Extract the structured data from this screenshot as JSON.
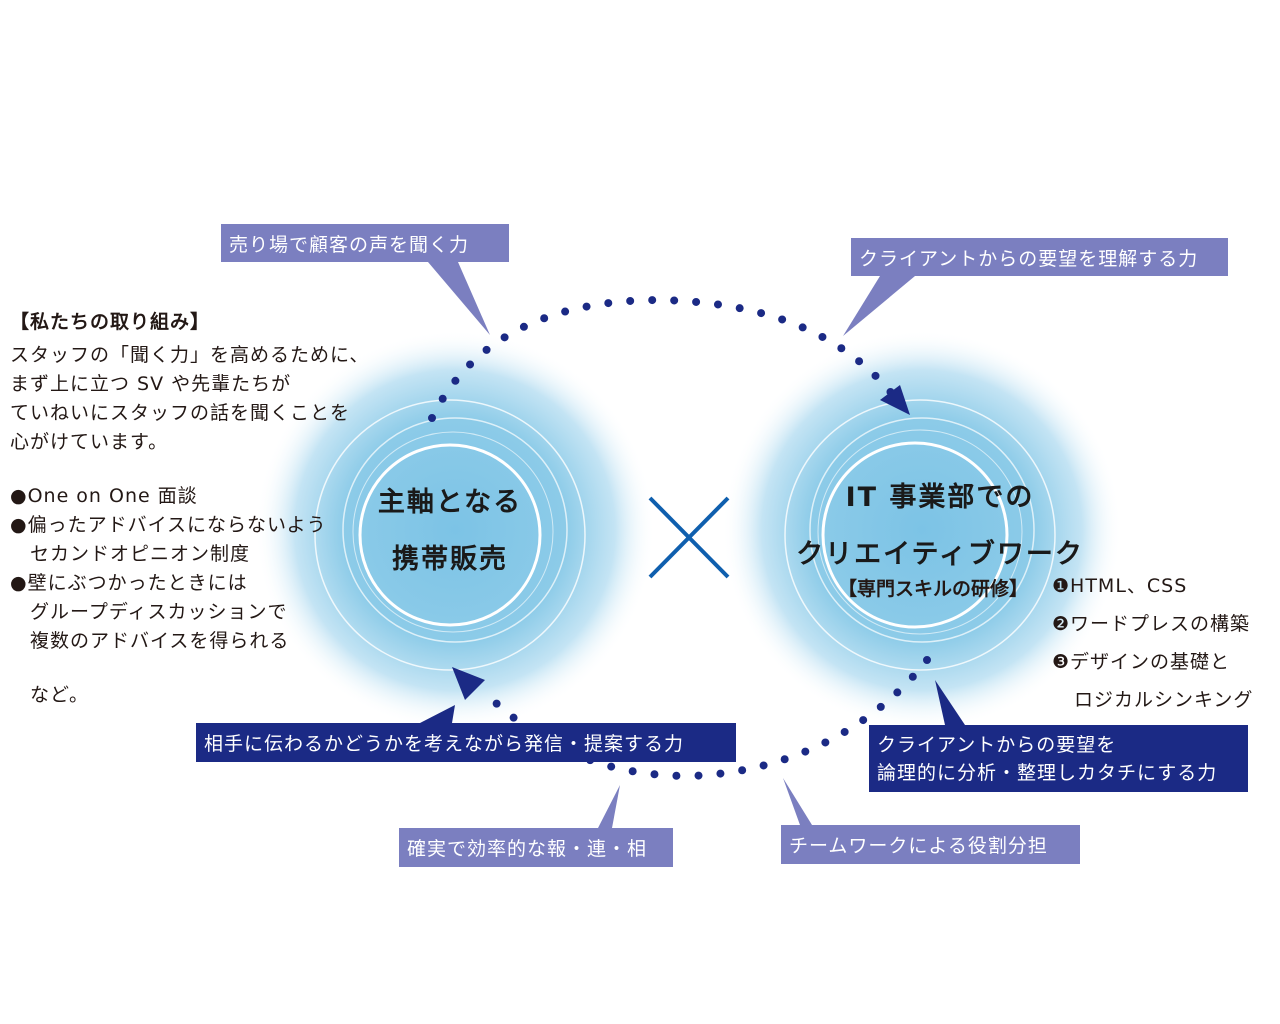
{
  "intro": {
    "heading": "【私たちの取り組み】",
    "paragraph": [
      "スタッフの「聞く力」を高めるために、",
      "まず上に立つ SV や先輩たちが",
      "ていねいにスタッフの話を聞くことを",
      "心がけています。"
    ],
    "bullets": [
      {
        "lines": [
          "●One on One 面談"
        ]
      },
      {
        "lines": [
          "●偏ったアドバイスにならないよう",
          "セカンドオピニオン制度"
        ]
      },
      {
        "lines": [
          "●壁にぶつかったときには",
          "グループディスカッションで",
          "複数のアドバイスを得られる"
        ]
      }
    ],
    "closing": "など。"
  },
  "left_hub": {
    "line1": "主軸となる",
    "line2": "携帯販売"
  },
  "right_hub": {
    "line1": "IT 事業部での",
    "line2": "クリエイティブワーク",
    "training_label": "【専門スキルの研修】"
  },
  "skills": [
    "❶HTML、CSS",
    "❷ワードプレスの構築",
    "❸デザインの基礎と",
    "ロジカルシンキング"
  ],
  "multiply_symbol": "cross-icon",
  "callouts": {
    "listen_customers": "売り場で顧客の声を聞く力",
    "understand_requests": "クライアントからの要望を理解する力",
    "propose": "相手に伝わるかどうかを考えながら発信・提案する力",
    "analyze_line1": "クライアントからの要望を",
    "analyze_line2": "論理的に分析・整理しカタチにする力",
    "report": "確実で効率的な報・連・相",
    "teamwork": "チームワークによる役割分担"
  },
  "colors": {
    "light_callout": "#7b7fc0",
    "dark_callout": "#1b2a85",
    "dots": "#1b2a85",
    "glow": "#8ccbe8",
    "cross": "#0f5fae"
  }
}
